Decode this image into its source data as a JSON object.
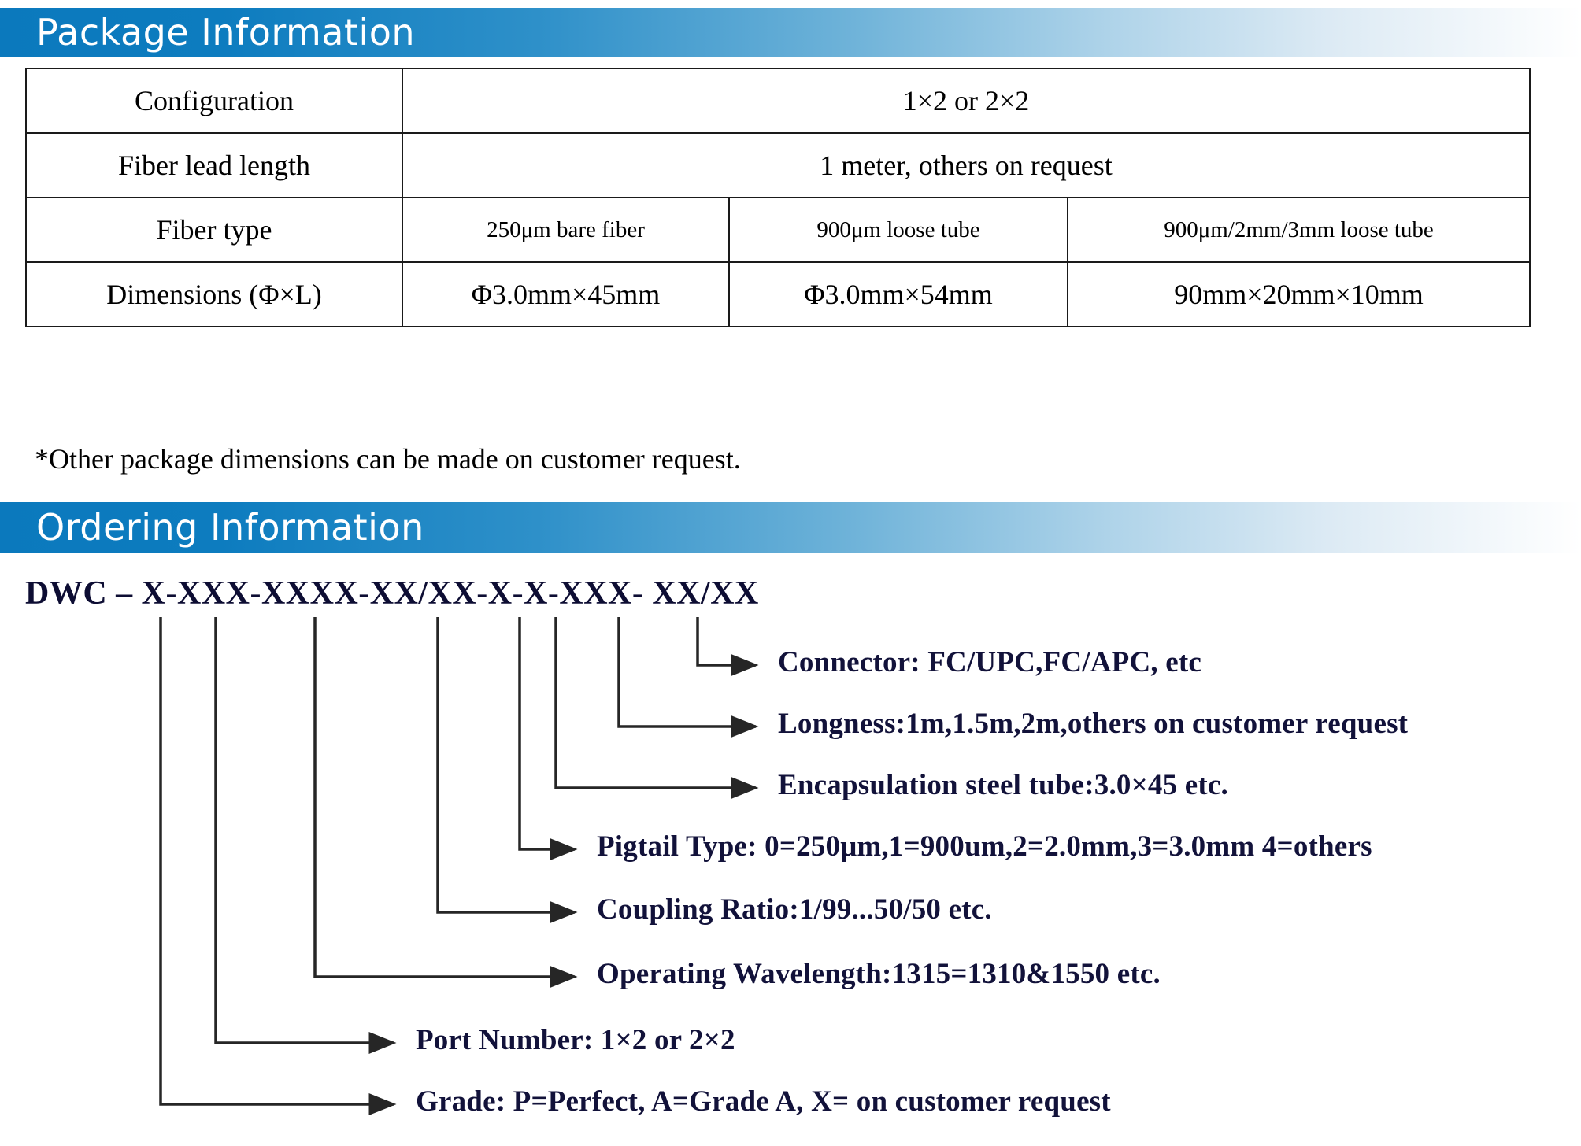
{
  "sections": {
    "package": {
      "title": "Package Information"
    },
    "ordering": {
      "title": "Ordering Information"
    }
  },
  "package_table": {
    "rows": [
      {
        "label": "Configuration",
        "span": true,
        "values": [
          "1×2 or 2×2"
        ]
      },
      {
        "label": "Fiber lead length",
        "span": true,
        "values": [
          "1 meter, others on request"
        ]
      },
      {
        "label": "Fiber type",
        "span": false,
        "values": [
          "250μm bare fiber",
          "900μm loose tube",
          "900μm/2mm/3mm loose tube"
        ]
      },
      {
        "label": "Dimensions (Φ×L)",
        "span": false,
        "values": [
          "Φ3.0mm×45mm",
          "Φ3.0mm×54mm",
          "90mm×20mm×10mm"
        ]
      }
    ]
  },
  "footnote": "*Other package dimensions can be made on customer request.",
  "ordering": {
    "code": "DWC – X-XXX-XXXX-XX/XX-X-X-XXX- XX/XX",
    "callouts": [
      {
        "key": "connector",
        "text": "Connector: FC/UPC,FC/APC, etc"
      },
      {
        "key": "longness",
        "text": "Longness:1m,1.5m,2m,others on customer request"
      },
      {
        "key": "encapsulation",
        "text": "Encapsulation steel tube:3.0×45 etc."
      },
      {
        "key": "pigtail",
        "text": "Pigtail Type: 0=250μm,1=900um,2=2.0mm,3=3.0mm 4=others"
      },
      {
        "key": "coupling",
        "text": "Coupling Ratio:1/99...50/50 etc."
      },
      {
        "key": "wavelength",
        "text": "Operating Wavelength:1315=1310&1550 etc."
      },
      {
        "key": "port",
        "text": "Port Number: 1×2 or 2×2"
      },
      {
        "key": "grade",
        "text": "Grade: P=Perfect, A=Grade A, X= on customer request"
      }
    ]
  },
  "colors": {
    "banner_blue": "#0d7cbf",
    "banner_text": "#ffffff",
    "table_border": "#1a1a1a",
    "body_text": "#000000",
    "code_text": "#0d0d33"
  }
}
